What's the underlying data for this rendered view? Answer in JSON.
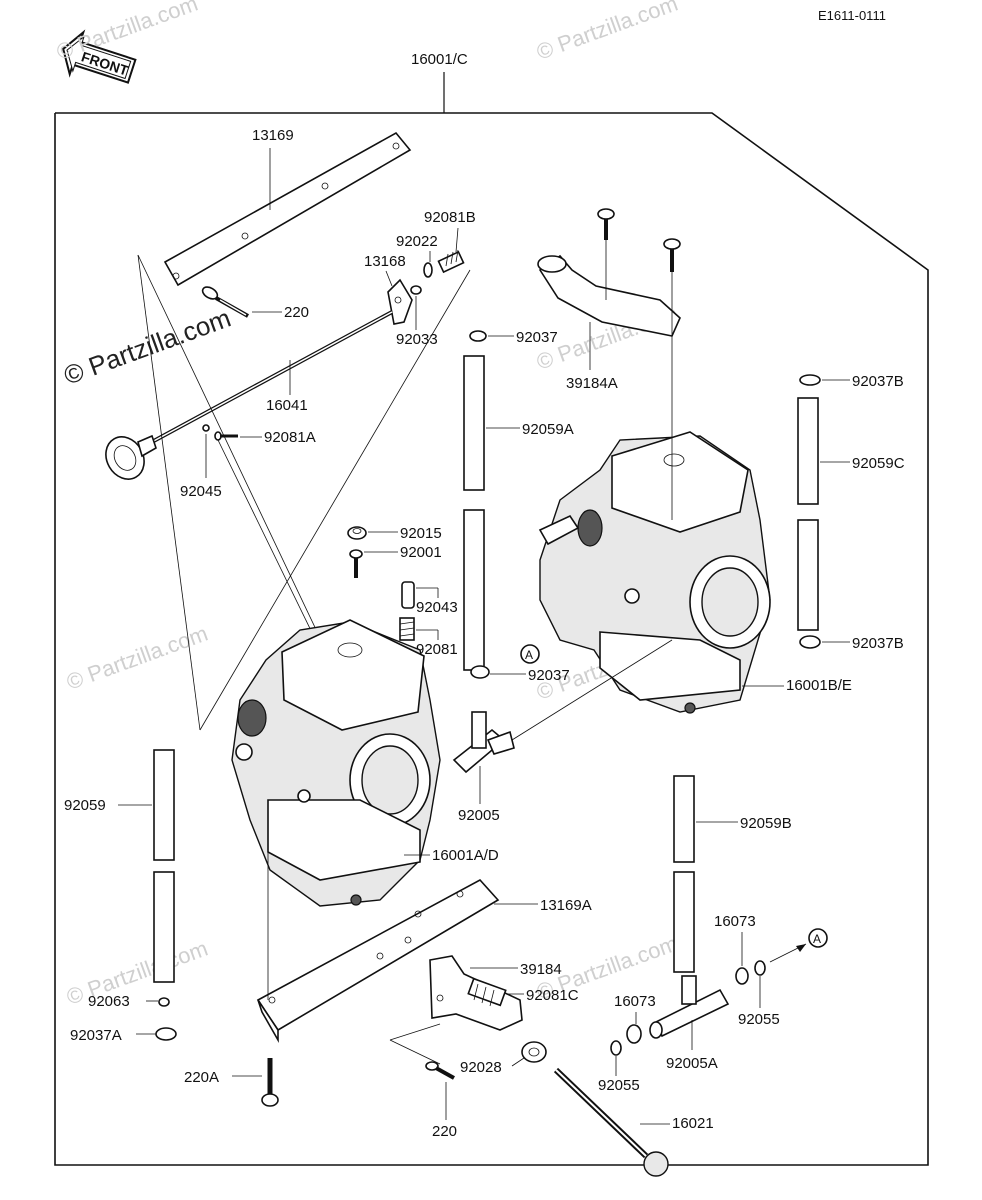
{
  "diagram_code": "E1611-0111",
  "front_label": "FRONT",
  "assembly_label": "16001/C",
  "circle_ref": "A",
  "watermarks": [
    "© Partzilla.com",
    "© Partzilla.com",
    "© Partzilla.com",
    "© Partzilla.com",
    "© Partzilla.com",
    "© Partzilla.com",
    "© Partzilla.com",
    "© Partzilla.com"
  ],
  "watermark_main": "© Partzilla.com",
  "labels": {
    "p13169": "13169",
    "p92081B": "92081B",
    "p92022": "92022",
    "p13168": "13168",
    "p220_top": "220",
    "p92033": "92033",
    "p92037_top": "92037",
    "p39184A": "39184A",
    "p16041": "16041",
    "p92081A": "92081A",
    "p92045": "92045",
    "p92037B_top": "92037B",
    "p92059A": "92059A",
    "p92059C": "92059C",
    "p92015": "92015",
    "p92001": "92001",
    "p92043": "92043",
    "p92081": "92081",
    "p92037B_bot": "92037B",
    "p92037_mid": "92037",
    "p16001BE": "16001B/E",
    "p92059": "92059",
    "p92005": "92005",
    "p92059B": "92059B",
    "p16001AD": "16001A/D",
    "p13169A": "13169A",
    "p16073a": "16073",
    "p16073b": "16073",
    "p39184": "39184",
    "p92081C": "92081C",
    "p92055a": "92055",
    "p92063": "92063",
    "p92037A": "92037A",
    "p92028": "92028",
    "p92005A": "92005A",
    "p92055b": "92055",
    "p220A": "220A",
    "p220_bot": "220",
    "p16021": "16021"
  }
}
